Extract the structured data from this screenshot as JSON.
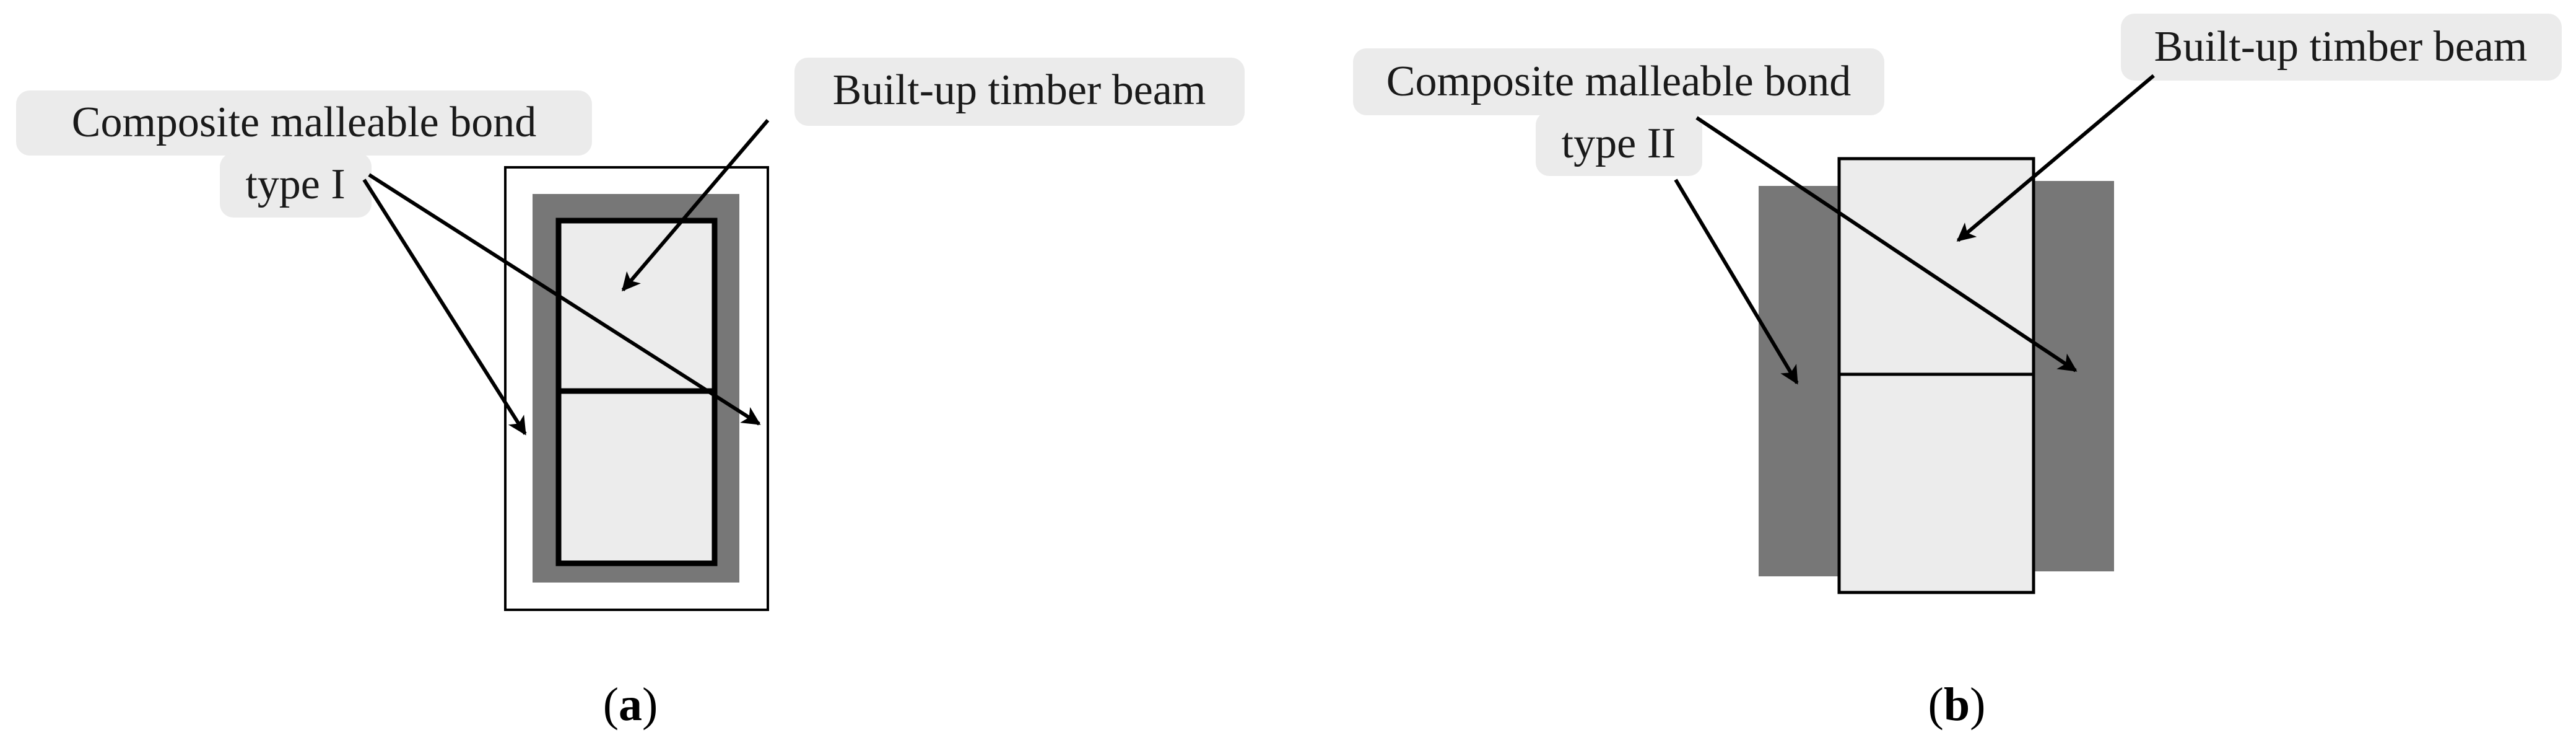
{
  "panel_a": {
    "bond_label_line1": "Composite malleable bond",
    "bond_label_line2": "type I",
    "beam_label": "Built-up timber beam",
    "caption_open": "(",
    "caption_letter": "a",
    "caption_close": ")"
  },
  "panel_b": {
    "bond_label_line1": "Composite malleable bond",
    "bond_label_line2": "type II",
    "beam_label": "Built-up timber beam",
    "caption_open": "(",
    "caption_letter": "b",
    "caption_close": ")"
  },
  "colors": {
    "label_bg": "#ebebeb",
    "bond_fill": "#777777",
    "timber_fill": "#ececec",
    "line": "#000000"
  }
}
